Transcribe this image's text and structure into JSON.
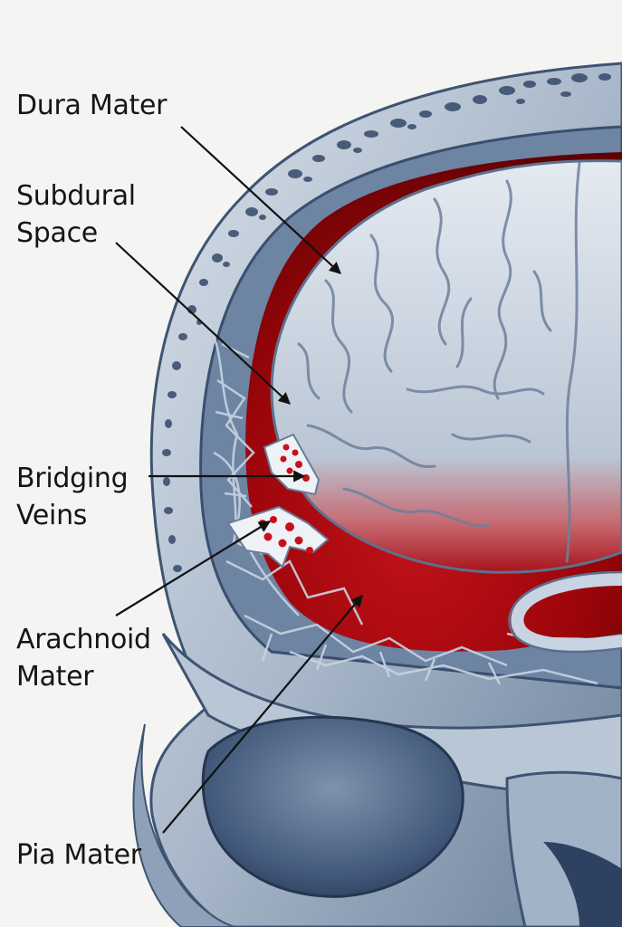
{
  "labels": {
    "dura": [
      "Dura Mater"
    ],
    "subdural": [
      "Subdural",
      "Space"
    ],
    "bridging": [
      "Bridging",
      "Veins"
    ],
    "arachnoid": [
      "Arachnoid",
      "Mater"
    ],
    "pia": [
      "Pia Mater"
    ]
  },
  "colors": {
    "background": "#f4f4f2",
    "bone": "#aebdcf",
    "bone_dark": "#4f6684",
    "brain": "#c9d3e0",
    "hemorrhage": "#a8060c",
    "droplet": "#c8101a",
    "leader": "#111111"
  }
}
